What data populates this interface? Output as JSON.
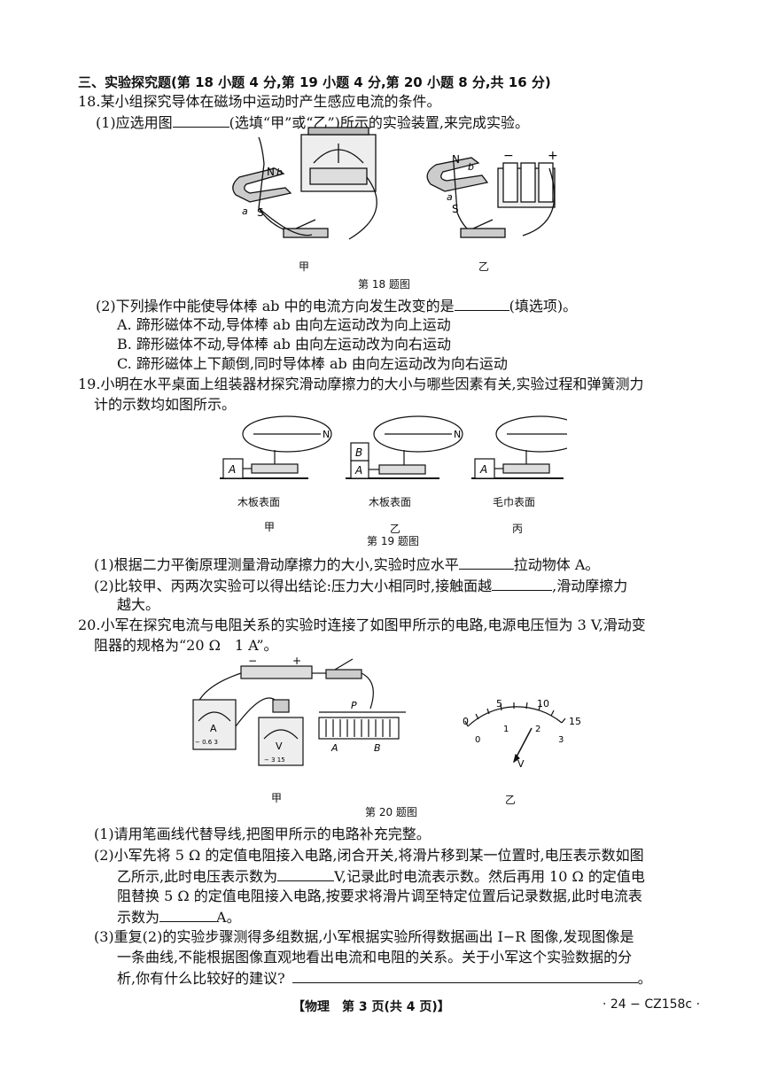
{
  "section_title": "三、实验探究题(第 18 小题 4 分,第 19 小题 4 分,第 20 小题 8 分,共 16 分)",
  "q18": {
    "stem": "18.某小组探究导体在磁场中运动时产生感应电流的条件。",
    "p1_a": "(1)应选用图",
    "p1_b": "(选填“甲”或“乙”)所示的实验装置,来完成实验。",
    "fig_label_jia": "甲",
    "fig_label_yi": "乙",
    "fig_caption": "第 18 题图",
    "fig_letters": {
      "N1": "N",
      "b1": "b",
      "a1": "a",
      "S1": "S",
      "N2": "N",
      "b2": "b",
      "a2": "a",
      "S2": "S",
      "minus": "−",
      "plus": "+"
    },
    "p2_a": "(2)下列操作中能使导体棒 ab 中的电流方向发生改变的是",
    "p2_b": "(填选项)。",
    "optA": "A. 蹄形磁体不动,导体棒 ab 由向左运动改为向上运动",
    "optB": "B. 蹄形磁体不动,导体棒 ab 由向左运动改为向右运动",
    "optC": "C. 蹄形磁体上下颠倒,同时导体棒 ab 由向左运动改为向右运动"
  },
  "q19": {
    "stem1": "19.小明在水平桌面上组装器材探究滑动摩擦力的大小与哪些因素有关,实验过程和弹簧测力",
    "stem2": "计的示数均如图所示。",
    "surface_jia": "木板表面",
    "surface_yi": "木板表面",
    "surface_bing": "毛巾表面",
    "label_jia": "甲",
    "label_yi": "乙",
    "label_bing": "丙",
    "block_A": "A",
    "block_B": "B",
    "gauge_N": "N",
    "fig_caption": "第 19 题图",
    "p1_a": "(1)根据二力平衡原理测量滑动摩擦力的大小,实验时应水平",
    "p1_b": "拉动物体 A。",
    "p2_a": "(2)比较甲、丙两次实验可以得出结论:压力大小相同时,接触面越",
    "p2_b": ",滑动摩擦力",
    "p2_c": "越大。"
  },
  "q20": {
    "stem1": "20.小军在探究电流与电阻关系的实验时连接了如图甲所示的电路,电源电压恒为 3 V,滑动变",
    "stem2": "阻器的规格为“20 Ω　1 A”。",
    "fig_label_jia": "甲",
    "fig_label_yi": "乙",
    "fig_caption": "第 20 题图",
    "circuit_letters": {
      "minus": "−",
      "plus": "+",
      "P": "P",
      "A": "A",
      "B": "B",
      "ammeter": "A",
      "voltmeter": "V",
      "amm_term": "− 0.6 3",
      "volt_term": "− 3 15"
    },
    "meter": {
      "ticks_upper": [
        "5",
        "10",
        "15"
      ],
      "ticks_lower": [
        "0",
        "1",
        "2",
        "3"
      ],
      "zero_upper": "0",
      "unit": "V",
      "reading_fraction_of_full_scale": 0.67
    },
    "p1": "(1)请用笔画线代替导线,把图甲所示的电路补充完整。",
    "p2_l1": "(2)小军先将 5 Ω 的定值电阻接入电路,闭合开关,将滑片移到某一位置时,电压表示数如图",
    "p2_l2a": "乙所示,此时电压表示数为",
    "p2_l2b": "V,记录此时电流表示数。然后再用 10 Ω 的定值电",
    "p2_l3": "阻替换 5 Ω 的定值电阻接入电路,按要求将滑片调至特定位置后记录数据,此时电流表",
    "p2_l4a": "示数为",
    "p2_l4b": "A。",
    "p3_l1": "(3)重复(2)的实验步骤测得多组数据,小军根据实验所得数据画出 I−R 图像,发现图像是",
    "p3_l2": "一条曲线,不能根据图像直观地看出电流和电阻的关系。关于小军这个实验数据的分",
    "p3_l3a": "析,你有什么比较好的建议?",
    "p3_l3b": "。"
  },
  "footer": {
    "page": "【物理　第 3 页(共 4 页)】",
    "code": "· 24 − CZ158c ·"
  }
}
